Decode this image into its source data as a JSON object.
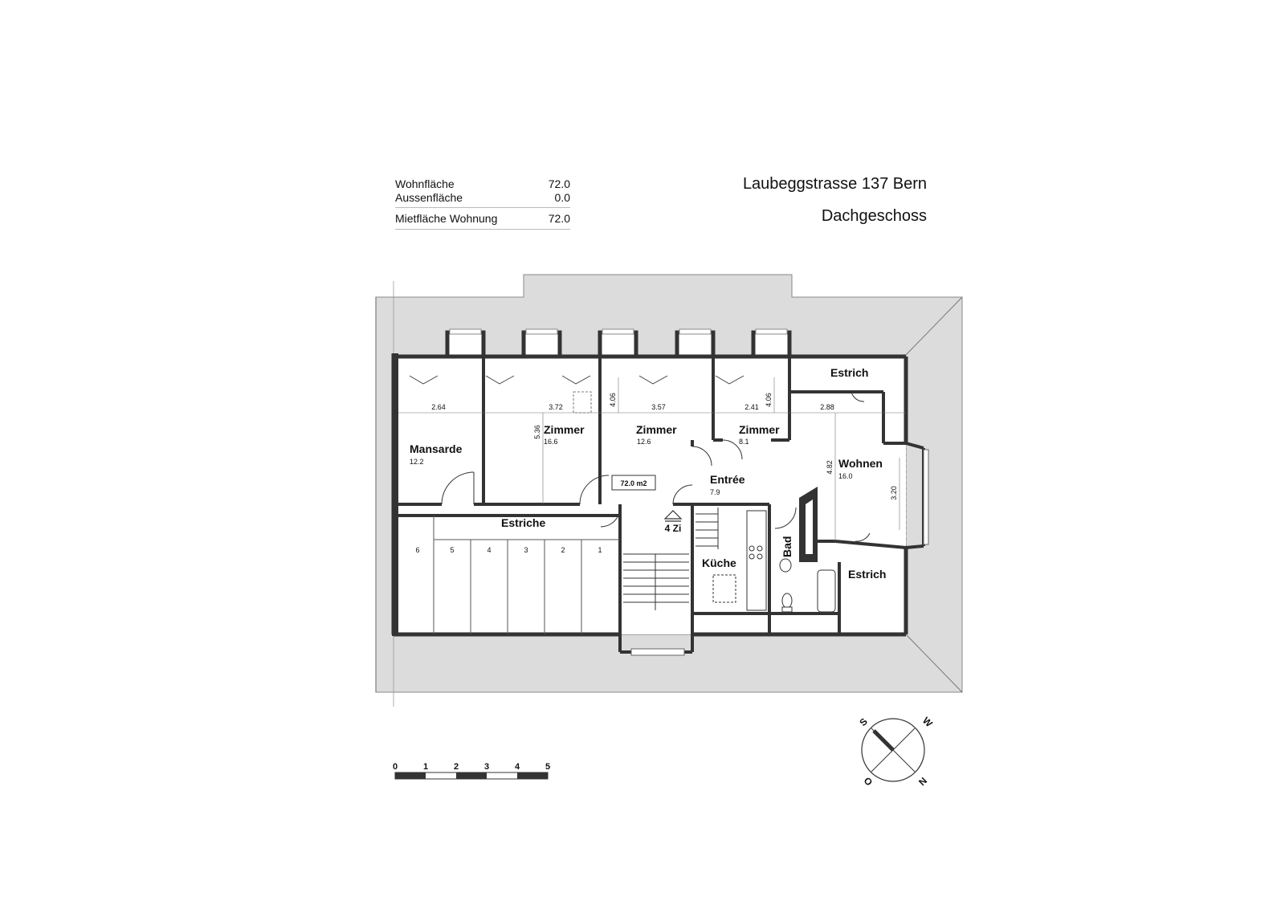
{
  "areas": {
    "rows": [
      {
        "label": "Wohnfläche",
        "value": "72.0"
      },
      {
        "label": "Aussenfläche",
        "value": "0.0"
      }
    ],
    "total": {
      "label": "Mietfläche Wohnung",
      "value": "72.0"
    }
  },
  "header": {
    "address": "Laubeggstrasse 137 Bern",
    "floor": "Dachgeschoss"
  },
  "plan": {
    "rooms": {
      "estrich_top": {
        "name": "Estrich"
      },
      "mansarde": {
        "name": "Mansarde",
        "area": "12.2"
      },
      "zimmer1": {
        "name": "Zimmer",
        "area": "16.6"
      },
      "zimmer2": {
        "name": "Zimmer",
        "area": "12.6"
      },
      "zimmer3": {
        "name": "Zimmer",
        "area": "8.1"
      },
      "wohnen": {
        "name": "Wohnen",
        "area": "16.0"
      },
      "entree": {
        "name": "Entrée",
        "area": "7.9"
      },
      "estriche": {
        "name": "Estriche"
      },
      "kueche": {
        "name": "Küche"
      },
      "bad": {
        "name": "Bad"
      },
      "estrich_bottom": {
        "name": "Estrich"
      }
    },
    "total_area_box": "72.0 m2",
    "unit_label": "4 Zi",
    "dimensions": {
      "d_264": "2.64",
      "d_372": "3.72",
      "d_357": "3.57",
      "d_241": "2.41",
      "d_288": "2.88",
      "d_406a": "4.06",
      "d_406b": "4.06",
      "d_536": "5.36",
      "d_482": "4.82",
      "d_320": "3.20"
    },
    "storage_numbers": [
      "6",
      "5",
      "4",
      "3",
      "2",
      "1"
    ]
  },
  "scale_bar": {
    "ticks": [
      "0",
      "1",
      "2",
      "3",
      "4",
      "5"
    ]
  },
  "compass": {
    "s": "S",
    "w": "W",
    "o": "O",
    "n": "N"
  }
}
